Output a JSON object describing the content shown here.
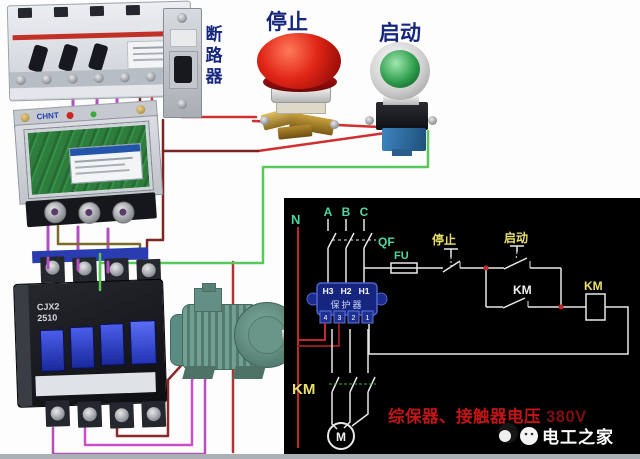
{
  "title_labels": {
    "breaker": "断路器",
    "stop": "停止",
    "start": "启动"
  },
  "devices": {
    "relay_brand": "CHNT",
    "contactor_model": [
      "CJX2",
      "2510"
    ]
  },
  "schematic": {
    "neutral": "N",
    "phases": [
      "A",
      "B",
      "C"
    ],
    "qf": "QF",
    "fu": "FU",
    "stop": "停止",
    "start": "启动",
    "km_holding": "KM",
    "km_coil": "KM",
    "km_main": "KM",
    "protector": {
      "inputs": [
        "H3",
        "H2",
        "H1"
      ],
      "name": "保护器",
      "outputs": [
        "4",
        "3",
        "2",
        "1"
      ]
    },
    "motor": "M",
    "caption_text": "综保器、接触器电压",
    "caption_voltage": "380V",
    "watermark": "电工之家"
  },
  "colors": {
    "wire_red": "#d03030",
    "wire_dark_red": "#7c2424",
    "wire_purple": "#b44fc0",
    "wire_magenta": "#c84fc8",
    "wire_green": "#58c858",
    "wire_olive": "#7c6a28",
    "schematic_line": "#e8e8e8",
    "schematic_green_label": "#4fd6a0",
    "schematic_yellow_label": "#e8e06a",
    "schematic_neutral_line": "#c22727",
    "caption_red": "#c21515",
    "protector_blue": "#16257d"
  }
}
